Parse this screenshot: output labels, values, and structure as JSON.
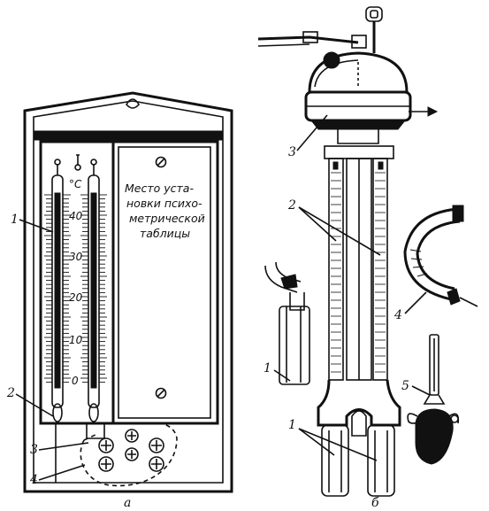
{
  "panel_a": {
    "caption": "а",
    "unit": "°C",
    "table_label": [
      "Место уста-",
      "новки психо-",
      "метрической",
      "таблицы"
    ],
    "ticks": [
      "40",
      "30",
      "20",
      "10",
      "0"
    ],
    "callouts": [
      "1",
      "2",
      "3",
      "4"
    ]
  },
  "panel_b": {
    "caption": "б",
    "callouts": [
      "3",
      "2",
      "4",
      "1",
      "5",
      "1"
    ]
  }
}
